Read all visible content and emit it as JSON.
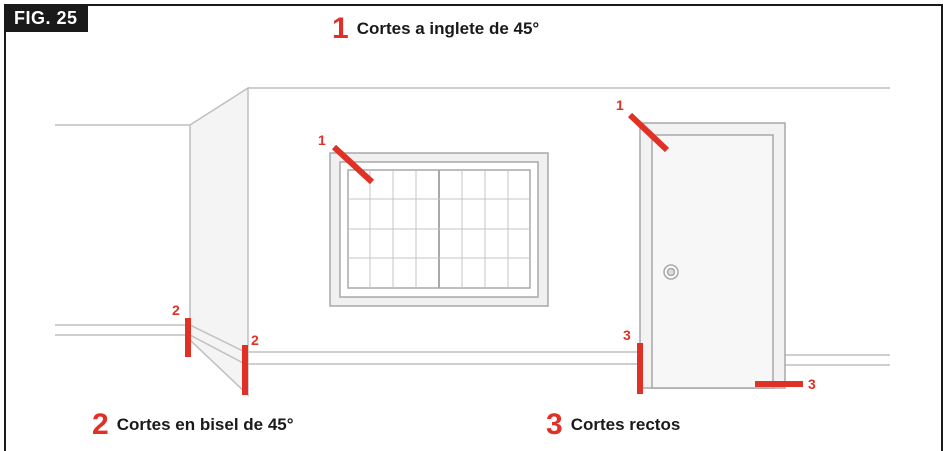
{
  "figure": {
    "tag": "FIG. 25"
  },
  "legend": [
    {
      "number": "1",
      "text": "Cortes a inglete de 45°"
    },
    {
      "number": "2",
      "text": "Cortes en bisel de 45°"
    },
    {
      "number": "3",
      "text": "Cortes rectos"
    }
  ],
  "callouts": {
    "window_top": "1",
    "door_top": "1",
    "corner_outer": "2",
    "corner_inner": "2",
    "door_left_base": "3",
    "door_right_base": "3"
  },
  "colors": {
    "accent": "#e03126",
    "frame": "#1a1a1a",
    "line": "#bfbfbf"
  }
}
